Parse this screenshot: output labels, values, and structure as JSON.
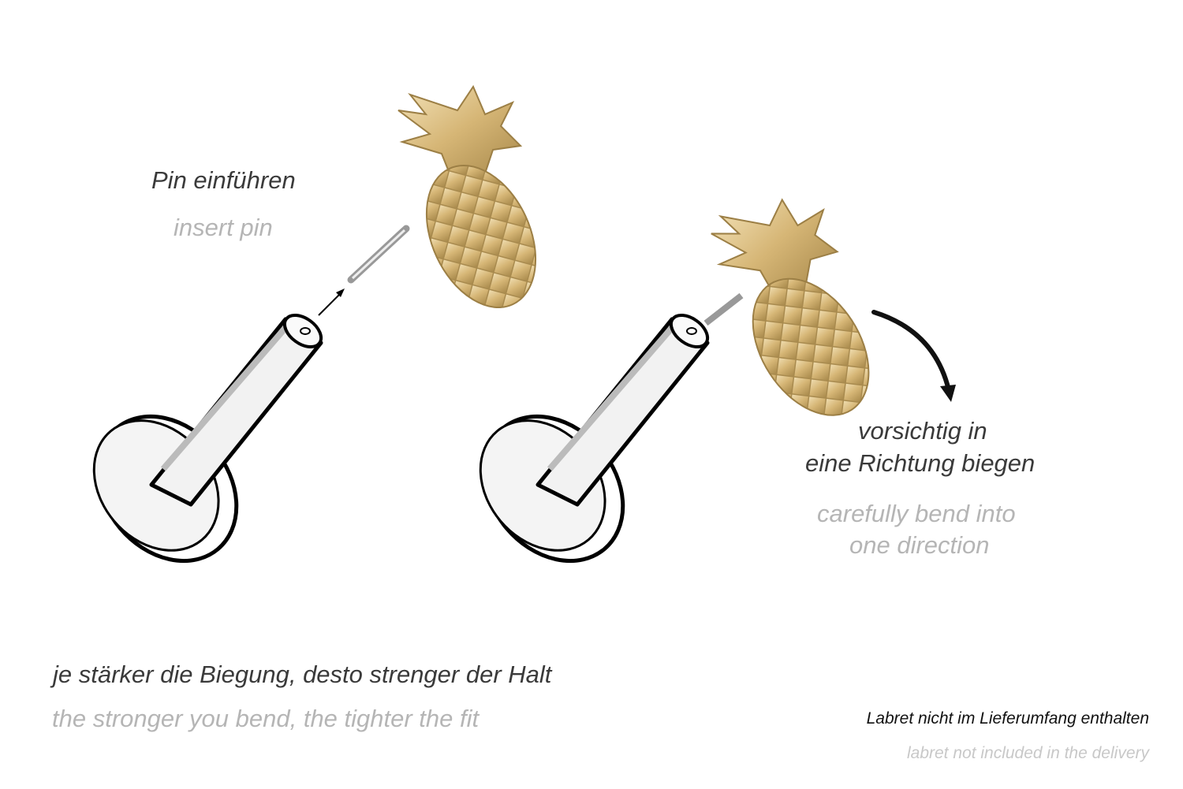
{
  "step1": {
    "de": "Pin einführen",
    "en": "insert pin"
  },
  "step2": {
    "de_line1": "vorsichtig in",
    "de_line2": "eine Richtung biegen",
    "en_line1": "carefully bend into",
    "en_line2": "one direction"
  },
  "note": {
    "de": "je stärker die Biegung, desto strenger der Halt",
    "en": "the stronger you bend, the tighter the fit"
  },
  "disclaimer": {
    "de": "Labret nicht im Lieferumfang enthalten",
    "en": "labret not included in the delivery"
  },
  "colors": {
    "gold": "#d9bd82",
    "text_dark": "#3a3a3a",
    "text_light": "#b5b5b5"
  }
}
